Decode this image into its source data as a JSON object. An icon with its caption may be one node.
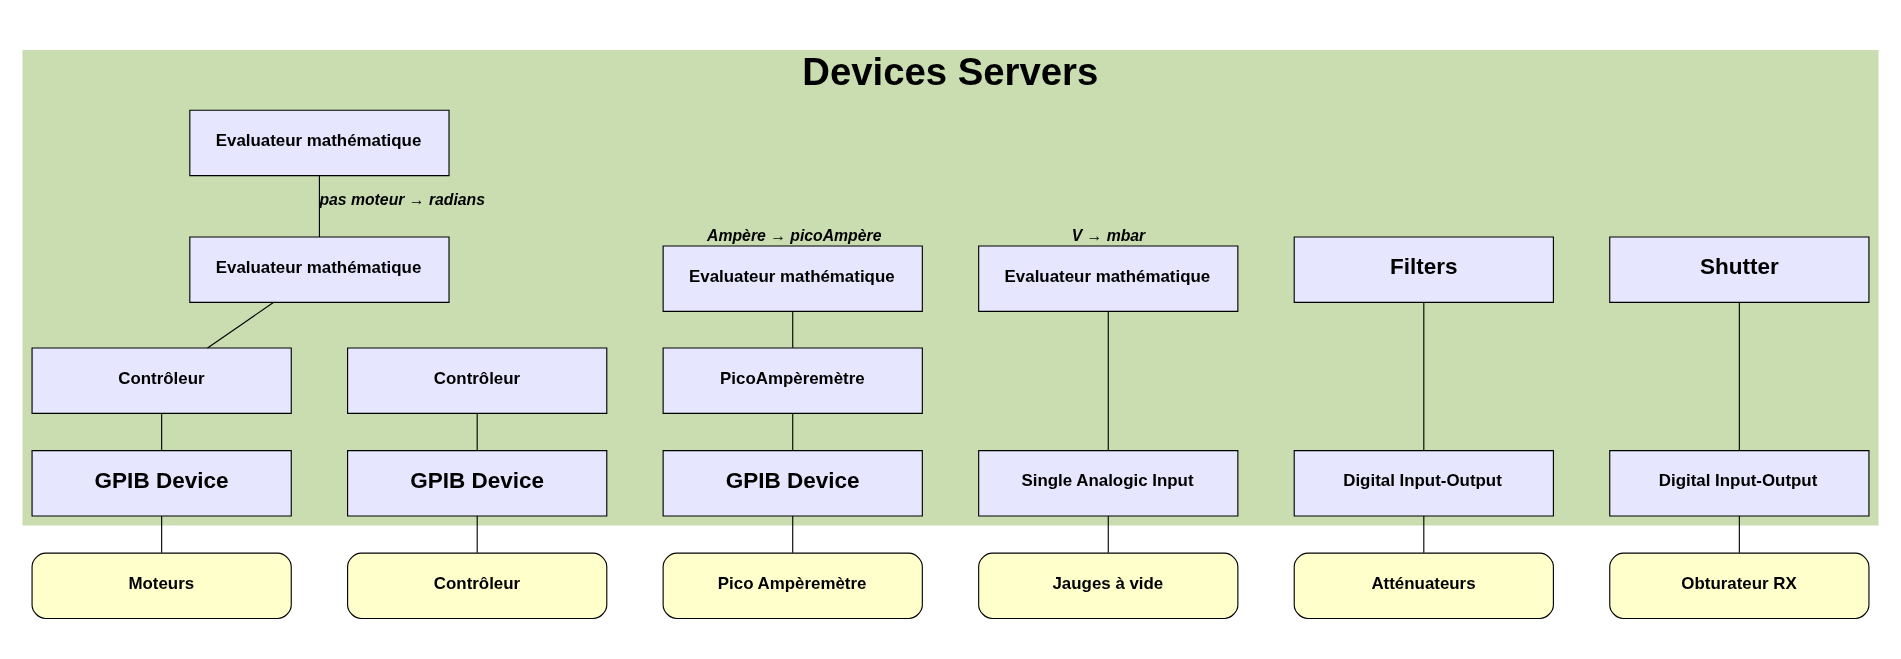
{
  "diagram": {
    "nodes": [
      {
        "text": [
          "Devices Servers"
        ]
      },
      {
        "text": [
          "Evaluateur mathématique"
        ],
        "in": 0
      },
      {
        "text": [
          "Evaluateur mathématique"
        ],
        "in": 0
      },
      {
        "text": [
          "Contrôleur"
        ],
        "in": 0
      },
      {
        "text": [
          "GPIB Device"
        ],
        "in": 0
      },
      {
        "text": [
          "Contrôleur"
        ],
        "in": 0
      },
      {
        "text": [
          "GPIB Device"
        ],
        "in": 0
      },
      {
        "text": [
          "Evaluateur mathématique"
        ],
        "in": 0,
        "beside": [
          "Ampère → picoAmpère"
        ]
      },
      {
        "text": [
          "PicoAmpèremètre"
        ],
        "in": 0
      },
      {
        "text": [
          "GPIB Device"
        ],
        "in": 0
      },
      {
        "text": [
          "Evaluateur mathématique"
        ],
        "in": 0,
        "beside": [
          "V → mbar"
        ]
      },
      {
        "text": [
          "Single Analogic Input"
        ],
        "in": 0
      },
      {
        "text": [
          "Filters"
        ],
        "in": 0
      },
      {
        "text": [
          "Digital Input-Output"
        ],
        "in": 0
      },
      {
        "text": [
          "Shutter"
        ],
        "in": 0
      },
      {
        "text": [
          "Digital Input-Output"
        ],
        "in": 0
      },
      {
        "text": [
          "Moteurs"
        ]
      },
      {
        "text": [
          "Contrôleur"
        ]
      },
      {
        "text": [
          "Pico Ampèremètre"
        ]
      },
      {
        "text": [
          "Jauges à vide"
        ]
      },
      {
        "text": [
          "Atténuateurs"
        ]
      },
      {
        "text": [
          "Obturateur RX"
        ]
      }
    ],
    "edges": [
      {
        "from": 1,
        "to": 2,
        "arrow": "none",
        "label": "pas moteur → radians"
      },
      {
        "from": 2,
        "to": 3,
        "arrow": "none"
      },
      {
        "from": 3,
        "to": 4,
        "arrow": "none"
      },
      {
        "from": 4,
        "to": 16,
        "arrow": "none"
      },
      {
        "from": 5,
        "to": 6,
        "arrow": "none"
      },
      {
        "from": 6,
        "to": 17,
        "arrow": "none"
      },
      {
        "from": 7,
        "to": 8,
        "arrow": "none"
      },
      {
        "from": 8,
        "to": 9,
        "arrow": "none"
      },
      {
        "from": 9,
        "to": 18,
        "arrow": "none"
      },
      {
        "from": 10,
        "to": 11,
        "arrow": "none"
      },
      {
        "from": 11,
        "to": 19,
        "arrow": "none"
      },
      {
        "from": 12,
        "to": 13,
        "arrow": "none"
      },
      {
        "from": 13,
        "to": 20,
        "arrow": "none"
      },
      {
        "from": 14,
        "to": 15,
        "arrow": "none"
      },
      {
        "from": 15,
        "to": 21,
        "arrow": "none"
      }
    ]
  }
}
